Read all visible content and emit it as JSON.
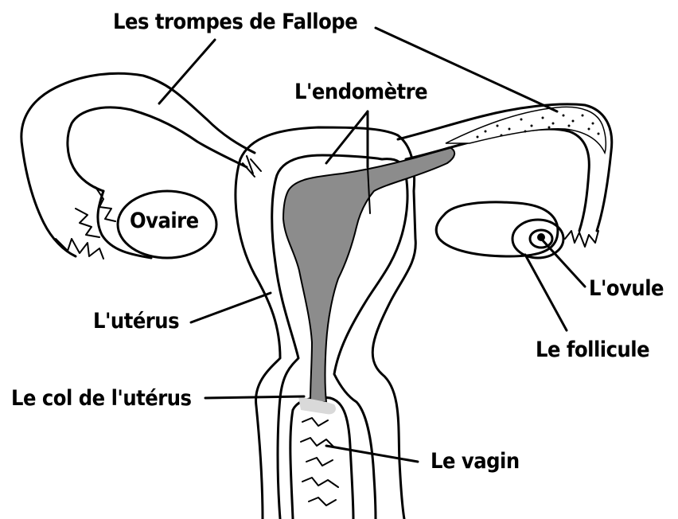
{
  "diagram": {
    "labels": {
      "fallopian_tubes": "Les trompes de Fallope",
      "endometrium": "L'endomètre",
      "ovary": "Ovaire",
      "ovum": "L'ovule",
      "uterus": "L'utérus",
      "follicle": "Le follicule",
      "cervix": "Le col de l'utérus",
      "vagina": "Le vagin"
    },
    "colors": {
      "endometrium_fill": "#8c8c8c",
      "cervix_fill": "#d9d9d9",
      "outline": "#000000"
    }
  }
}
